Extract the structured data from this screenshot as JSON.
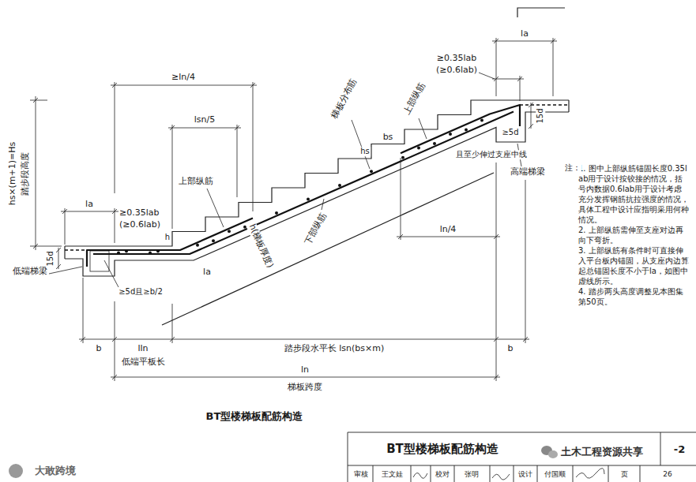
{
  "diagram": {
    "caption": "BT型楼梯板配筋构造",
    "labels": [
      "hs×(m+1)=Hs",
      "踏步段高度",
      "≥ln/4",
      "lsn/5",
      "上部纵筋",
      "la",
      "≥0.35lab",
      "(≥0.6lab)",
      "h",
      "15d",
      "la",
      "低端梯梁",
      "≥5d且≥b/2",
      "h(梯板厚度)",
      "下部纵筋",
      "梯板分布筋",
      "bs",
      "hs",
      "上部纵筋",
      "≥0.35lab",
      "(≥0.6lab)",
      "la",
      "15d",
      "≥5d",
      "且至少伸过支座中线",
      "高端梯梁",
      "ln/4",
      "b",
      "lln",
      "踏步段水平长 lsn(bs×m)",
      "b",
      "低端平板长",
      "ln",
      "梯板跨度",
      "注：",
      "1. 图中上部纵筋锚固长度0.35lab用于设计按铰接的情况，括号内数据0.6lab用于设计考虑充分发挥钢筋抗拉强度的情况，具体工程中设计应指明采用何种情况。",
      "2. 上部纵筋需伸至支座对边再向下弯折。",
      "3. 上部纵筋有条件时可直接伸入平台板内锚固，从支座内边算起总锚固长度不小于la，如图中虚线所示。",
      "4. 踏步两头高度调整见本图集第50页。",
      "BT型楼梯板配筋构造",
      "-2",
      "审核",
      "王文娃",
      "校对",
      "张明",
      "设计",
      "付国顺",
      "页",
      "26",
      "土木工程资源共享",
      "大敢跨境"
    ]
  }
}
